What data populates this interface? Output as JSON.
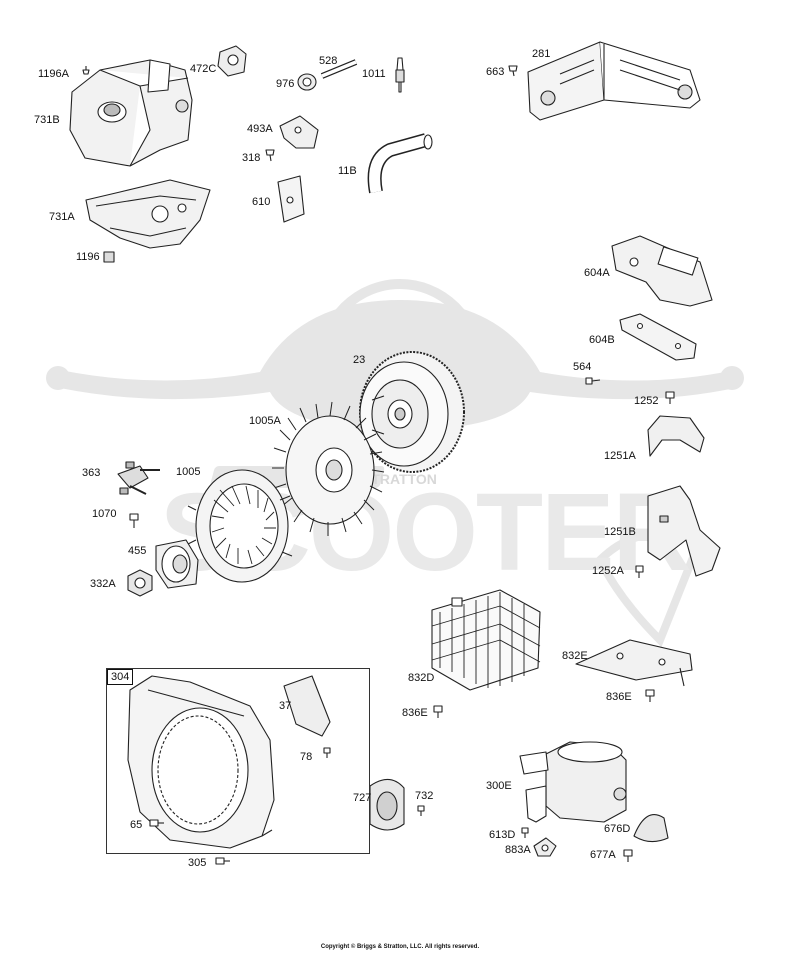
{
  "diagram": {
    "inset_label": "304",
    "copyright": "Copyright © Briggs & Stratton, LLC. All rights reserved.",
    "watermark_text": "SCOOTER",
    "watermark_badge": "STRATTON",
    "parts": [
      "1196A",
      "472C",
      "528",
      "976",
      "1011",
      "663",
      "281",
      "731B",
      "493A",
      "318",
      "11B",
      "610",
      "731A",
      "1196",
      "604A",
      "604B",
      "564",
      "1252",
      "23",
      "1005A",
      "1251A",
      "363",
      "1005",
      "1070",
      "455",
      "332A",
      "1251B",
      "1252A",
      "832D",
      "832E",
      "37",
      "78",
      "836E",
      "836E",
      "300E",
      "727",
      "732",
      "65",
      "613D",
      "883A",
      "676D",
      "677A",
      "305"
    ]
  },
  "colors": {
    "line": "#222222",
    "part_fill": "#ffffff",
    "shade": "#d4d4d4",
    "watermark": "#e6e6e6"
  }
}
